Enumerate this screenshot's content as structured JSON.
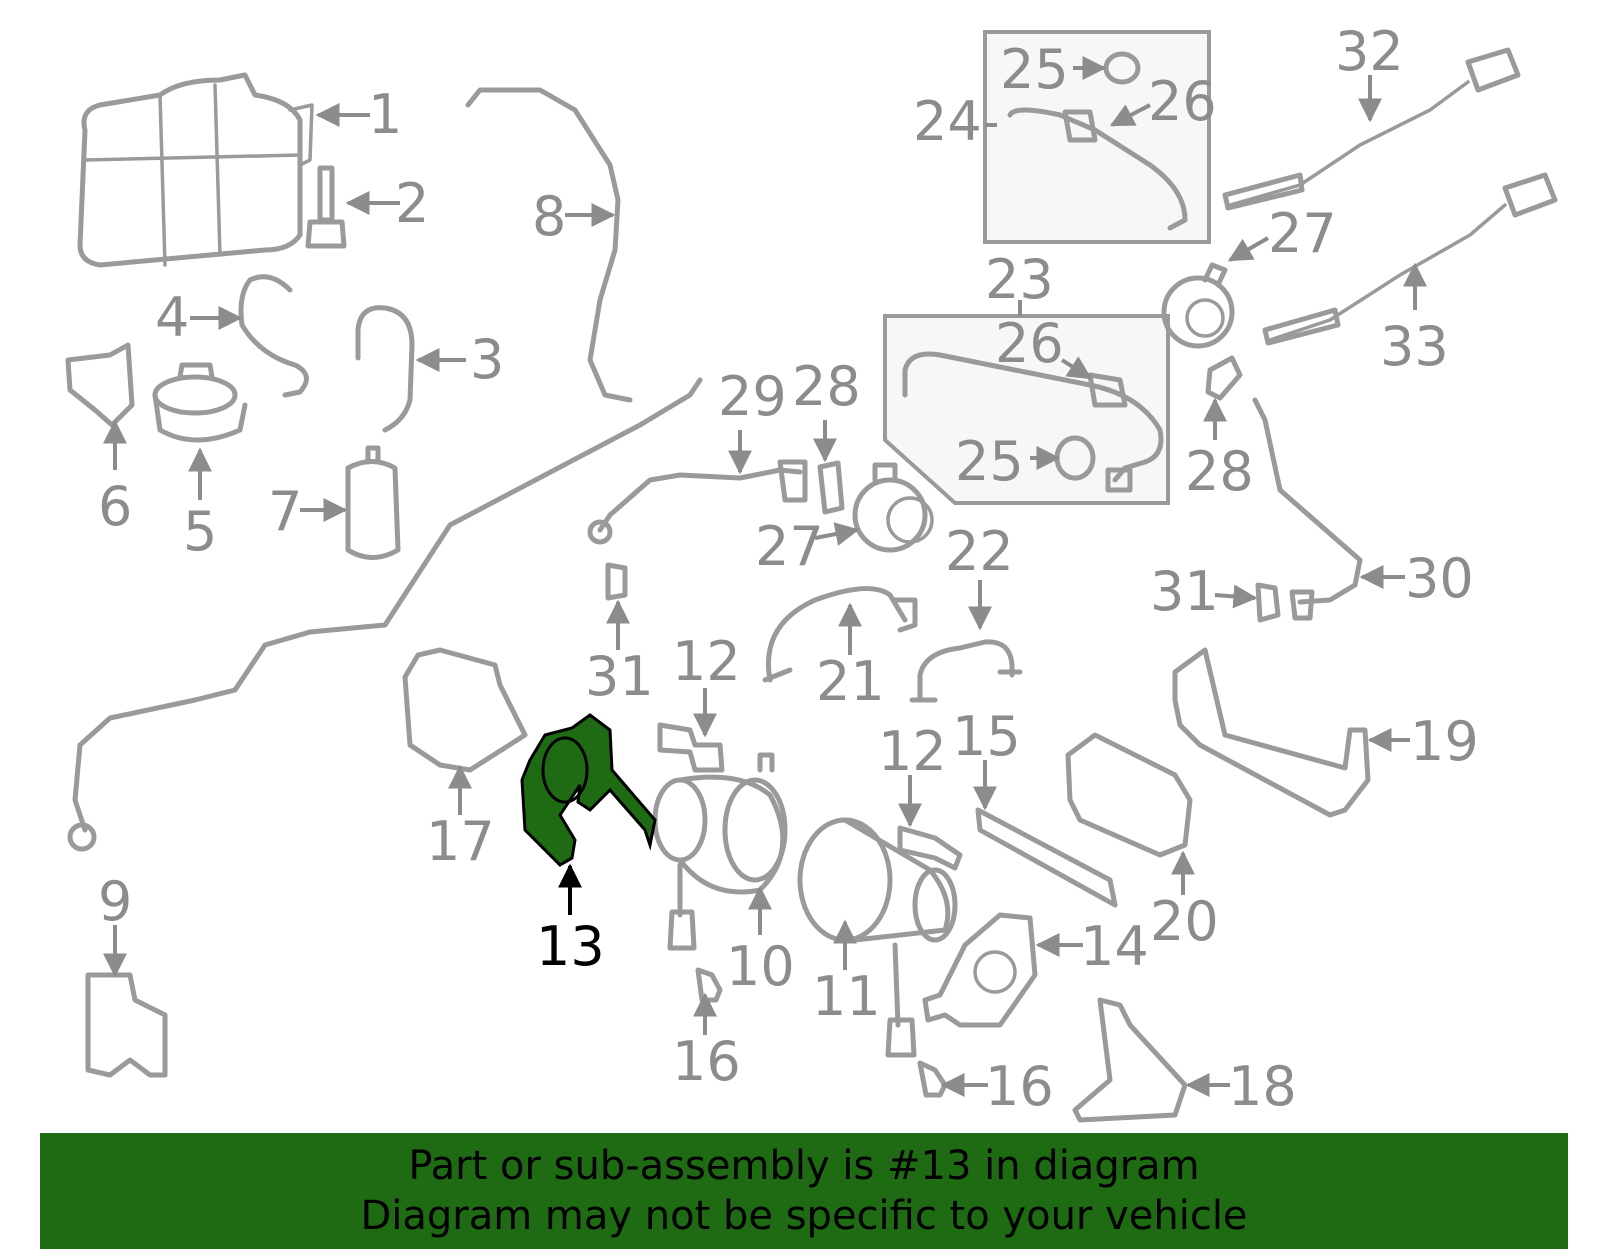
{
  "highlight_color": "#1f6b14",
  "banner": {
    "background": "#1f6b14",
    "line1": "Part or sub-assembly is #13 in diagram",
    "line2": "Diagram may not be specific to your vehicle"
  },
  "callouts": {
    "c1": "1",
    "c2": "2",
    "c3": "3",
    "c4": "4",
    "c5": "5",
    "c6": "6",
    "c7": "7",
    "c8": "8",
    "c9": "9",
    "c10": "10",
    "c11": "11",
    "c12a": "12",
    "c12b": "12",
    "c13": "13",
    "c14": "14",
    "c15": "15",
    "c16a": "16",
    "c16b": "16",
    "c17": "17",
    "c18": "18",
    "c19": "19",
    "c20": "20",
    "c21": "21",
    "c22": "22",
    "c23": "23",
    "c24": "24",
    "c25a": "25",
    "c25b": "25",
    "c26a": "26",
    "c26b": "26",
    "c27a": "27",
    "c27b": "27",
    "c28a": "28",
    "c28b": "28",
    "c29": "29",
    "c30": "30",
    "c31a": "31",
    "c31b": "31",
    "c32": "32",
    "c33": "33"
  }
}
